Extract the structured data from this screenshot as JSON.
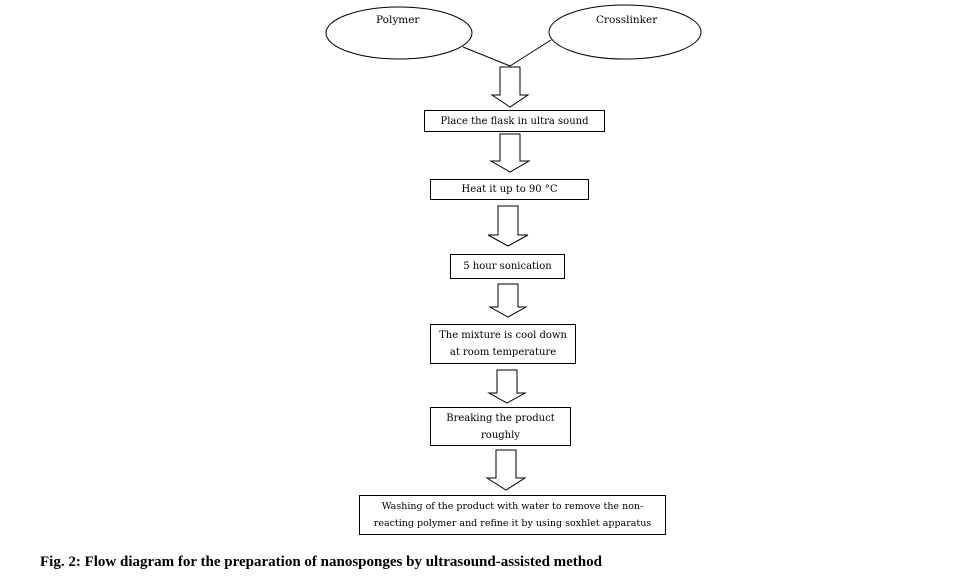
{
  "inputs": {
    "polymer": "Polymer",
    "crosslinker": "Crosslinker"
  },
  "steps": [
    {
      "lines": [
        "Place the flask in ultra sound"
      ]
    },
    {
      "lines": [
        "Heat it up to 90 °C"
      ]
    },
    {
      "lines": [
        "5 hour sonication"
      ]
    },
    {
      "lines": [
        "The mixture is cool down",
        "at room temperature"
      ]
    },
    {
      "lines": [
        "Breaking the product",
        "roughly"
      ]
    },
    {
      "lines": [
        "Washing of the product with water to remove the non-",
        "reacting polymer and refine it by using soxhlet apparatus"
      ]
    }
  ],
  "caption": "Fig. 2: Flow diagram for the preparation of nanosponges by ultrasound-assisted method",
  "colors": {
    "line": "#000000",
    "background": "#ffffff"
  }
}
